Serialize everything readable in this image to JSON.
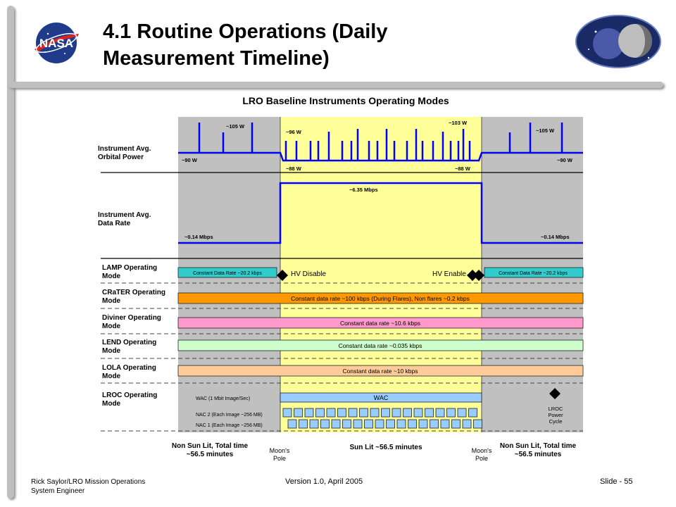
{
  "header": {
    "title_line1": "4.1 Routine Operations (Daily",
    "title_line2": "Measurement Timeline)",
    "left_logo_text": "NASA"
  },
  "diagram": {
    "title": "LRO Baseline Instruments Operating Modes",
    "rows": {
      "power": "Instrument Avg.|Orbital Power",
      "data_rate": "Instrument Avg.|Data Rate",
      "lamp": "LAMP Operating|Mode",
      "crater": "CRaTER Operating|Mode",
      "diviner": "Diviner Operating|Mode",
      "lend": "LEND Operating|Mode",
      "lola": "LOLA Operating|Mode",
      "lroc": "LROC Operating|Mode"
    },
    "power": {
      "peak_left": "~105 W",
      "base_left": "~90 W",
      "peak_mid_left": "~96 W",
      "peak_mid_right": "~103 W",
      "base_mid_left": "~88 W",
      "base_mid_right": "~88 W",
      "peak_right": "~105 W",
      "base_right": "~90 W"
    },
    "data_rate": {
      "left": "~0.14 Mbps",
      "mid": "~6.35 Mbps",
      "right": "~0.14 Mbps"
    },
    "lamp": {
      "left_bar": "Constant Data Rate ~20.2 kbps",
      "hv_disable": "HV Disable",
      "hv_enable": "HV Enable",
      "right_bar": "Constant Data Rate ~20.2 kbps"
    },
    "crater_bar": "Constant data rate ~100 kbps (During Flares), Non flares ~0.2 kbps",
    "diviner_bar": "Constant data rate ~10.6 kbps",
    "lend_bar": "Constant data rate ~0.035 kbps",
    "lola_bar": "Constant data rate ~10 kbps",
    "lroc": {
      "wac_label": "WAC (1 Mbit Image/Sec)",
      "wac_bar": "WAC",
      "nac2_label": "NAC 2 (Each Image ~256 MB)",
      "nac1_label": "NAC 1 (Each Image ~256 MB)",
      "power_cycle": "LROC|Power|Cycle"
    },
    "bottom": {
      "left": "Non Sun Lit, Total time|~56.5 minutes",
      "pole_left": "Moon's|Pole",
      "center": "Sun Lit ~56.5 minutes",
      "pole_right": "Moon's|Pole",
      "right": "Non Sun Lit, Total time|~56.5 minutes"
    },
    "colors": {
      "dark_zone": "#c0c0c0",
      "lit_zone": "#ffff99",
      "power_line": "#0000ff",
      "lamp": "#33cccc",
      "crater": "#ff9900",
      "diviner": "#ff99cc",
      "lend": "#ccffcc",
      "lola": "#ffcc99",
      "wac": "#99ccff",
      "nac_box": "#99ccff"
    }
  },
  "footer": {
    "author": "Rick Saylor/LRO Mission Operations",
    "role": "System Engineer",
    "version": "Version 1.0, April 2005",
    "slide": "Slide - 55"
  }
}
